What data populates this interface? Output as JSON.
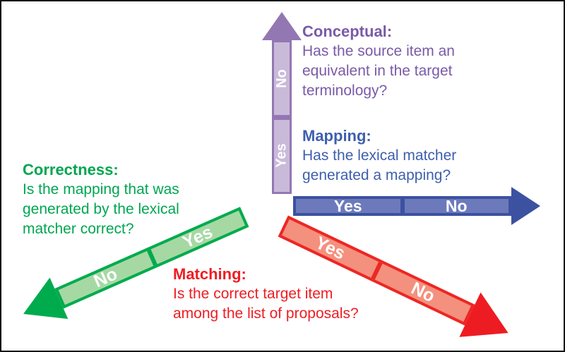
{
  "figure": {
    "background": "#FFFFFF",
    "frame_color": "#111111"
  },
  "axes": [
    {
      "id": "conceptual",
      "title": "Conceptual:",
      "question": "Has the source item an\nequivalent in the target\nterminology?",
      "direction": "up",
      "border_color": "#9377B3",
      "fill_color": "#C9BADA",
      "text_color": "#7A5AA8",
      "segments": {
        "near": "Yes",
        "far": "No"
      }
    },
    {
      "id": "mapping",
      "title": "Mapping:",
      "question": "Has the lexical matcher\ngenerated a mapping?",
      "direction": "right",
      "border_color": "#3C51A0",
      "fill_color": "#6C7ABC",
      "text_color": "#3E5FAE",
      "segments": {
        "near": "Yes",
        "far": "No"
      }
    },
    {
      "id": "correctness",
      "title": "Correctness:",
      "question": "Is the mapping that was\ngenerated by the lexical\nmatcher correct?",
      "direction": "down-left",
      "border_color": "#00AB4E",
      "fill_color": "#A6D8A4",
      "text_color": "#00A651",
      "segments": {
        "near": "Yes",
        "far": "No"
      }
    },
    {
      "id": "matching",
      "title": "Matching:",
      "question": "Is the correct target item\namong the list of proposals?",
      "direction": "down-right",
      "border_color": "#ED2724",
      "fill_color": "#F4907E",
      "text_color": "#EE1D23",
      "segments": {
        "near": "Yes",
        "far": "No"
      }
    }
  ]
}
